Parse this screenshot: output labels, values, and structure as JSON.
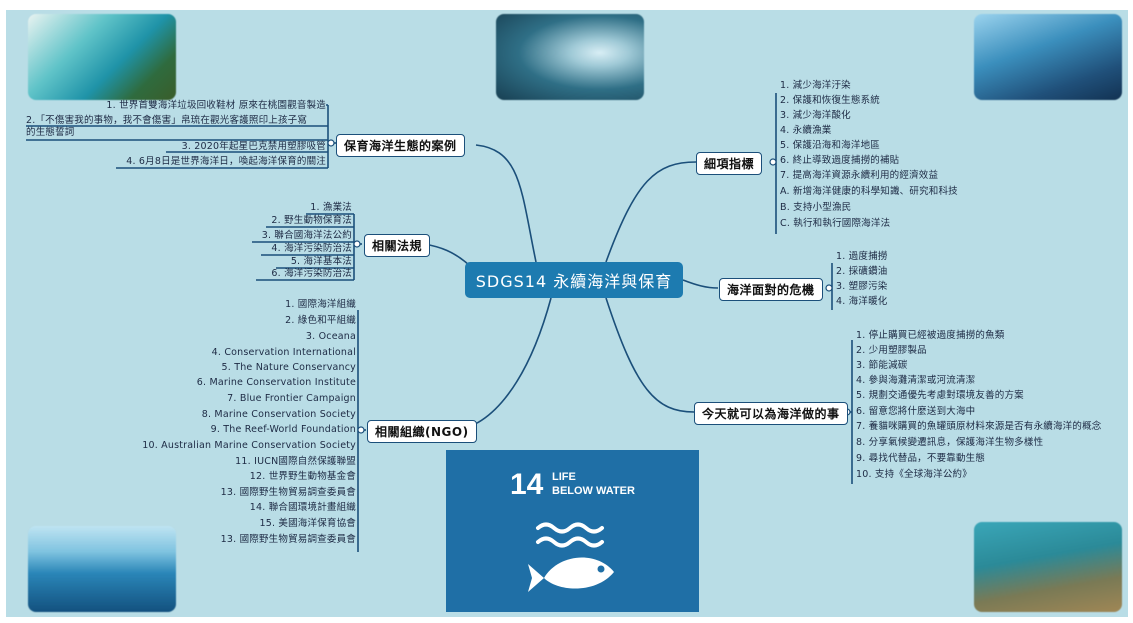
{
  "central": "SDGS14  永續海洋與保育",
  "branches": {
    "cases": "保育海洋生態的案例",
    "laws": "相關法規",
    "ngo": "相關組織(NGO)",
    "targets": "細項指標",
    "crisis": "海洋面對的危機",
    "action": "今天就可以為海洋做的事"
  },
  "cases_items": [
    "1. 世界首雙海洋垃圾回收鞋材  原來在桃園觀音製造",
    "2.「不傷害我的事物，我不會傷害」帛琉在觀光客護照印上孩子寫",
    "的生態誓詞",
    "3. 2020年起星巴克禁用塑膠吸管",
    "4. 6月8日是世界海洋日，喚起海洋保育的關注"
  ],
  "laws_items": [
    "1. 漁業法",
    "2. 野生動物保育法",
    "3. 聯合國海洋法公約",
    "4. 海洋污染防治法",
    "5. 海洋基本法",
    "6. 海洋污染防治法"
  ],
  "ngo_items": [
    "1. 國際海洋組織",
    "2. 綠色和平組織",
    "3. Oceana",
    "4. Conservation International",
    "5. The Nature Conservancy",
    "6. Marine Conservation Institute",
    "7. Blue Frontier Campaign",
    "8. Marine Conservation Society",
    "9. The Reef-World Foundation",
    "10. Australian Marine Conservation Society",
    "11. IUCN國際自然保護聯盟",
    "12. 世界野生動物基金會",
    "13. 國際野生物貿易調查委員會",
    "14. 聯合國環境計畫組織",
    "15. 美國海洋保育協會",
    "13. 國際野生物貿易調查委員會"
  ],
  "targets_items": [
    "1. 減少海洋汙染",
    "2. 保護和恢復生態系統",
    "3. 減少海洋酸化",
    "4. 永續漁業",
    "5. 保護沿海和海洋地區",
    "6. 終止導致過度捕撈的補貼",
    "7. 提高海洋資源永續利用的經濟效益",
    "A. 新增海洋健康的科學知識、研究和科技",
    "B. 支持小型漁民",
    "C. 執行和執行國際海洋法"
  ],
  "crisis_items": [
    "1. 過度捕撈",
    "2. 採礦鑽油",
    "3. 塑膠污染",
    "4. 海洋暖化"
  ],
  "action_items": [
    "1. 停止購買已經被過度捕撈的魚類",
    "2. 少用塑膠製品",
    "3. 節能減碳",
    "4. 參與海灘清潔或河流清潔",
    "5. 規劃交通優先考慮對環境友善的方案",
    "6. 留意您將什麼送到大海中",
    "7. 養貓咪購買的魚罐頭原材料來源是否有永續海洋的概念",
    "8. 分享氣候變遷訊息，保護海洋生物多樣性",
    "9. 尋找代替品，不要靠動生態",
    "10. 支持《全球海洋公約》"
  ],
  "sdg": {
    "number": "14",
    "line1": "LIFE",
    "line2": "BELOW WATER"
  },
  "colors": {
    "background": "#b9dde6",
    "central": "#1d7bb0",
    "line": "#1b4f7a",
    "sdg": "#1f6fa6"
  }
}
